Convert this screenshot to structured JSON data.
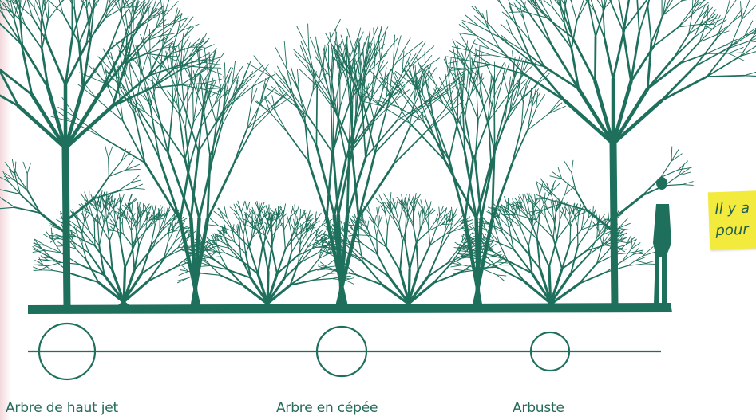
{
  "note": {
    "lines": [
      "Il y a",
      "pour"
    ]
  },
  "labels": {
    "high_tree": "Arbre de haut jet",
    "coppice_tree": "Arbre en cépée",
    "shrub": "Arbuste"
  },
  "colors": {
    "ink": "#1e6f5c",
    "label": "#256a5a",
    "note_bg": "#f2ea3c"
  }
}
